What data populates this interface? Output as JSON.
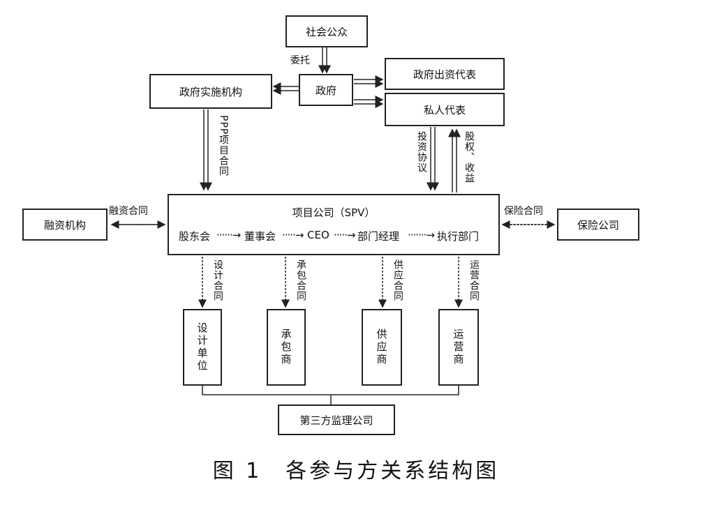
{
  "nodes": {
    "public": "社会公众",
    "government": "政府",
    "gov_agency": "政府实施机构",
    "gov_rep": "政府出资代表",
    "private_rep": "私人代表",
    "financing": "融资机构",
    "insurance": "保险公司",
    "spv_title": "项目公司（SPV）",
    "shareholders": "股东会",
    "board": "董事会",
    "ceo": "CEO",
    "dept_manager": "部门经理",
    "exec_dept": "执行部门",
    "design_unit": "设计单位",
    "contractor": "承包商",
    "supplier": "供应商",
    "operator": "运营商",
    "supervisor": "第三方监理公司"
  },
  "edges": {
    "entrust": "委托",
    "ppp_contract": "PPP项目合同",
    "investment_agreement": "投资协议",
    "equity_income": "股权、收益",
    "financing_contract": "融资合同",
    "insurance_contract": "保险合同",
    "design_contract": "设计合同",
    "construction_contract": "承包合同",
    "supply_contract": "供应合同",
    "operation_contract": "运营合同"
  },
  "caption": "图 1　各参与方关系结构图"
}
